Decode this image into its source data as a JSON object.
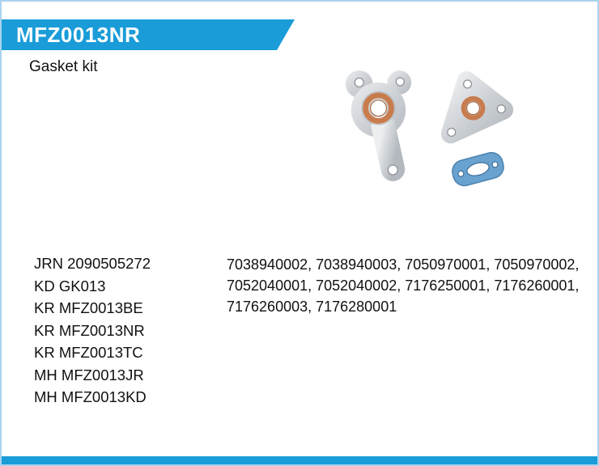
{
  "header": {
    "part_number": "MFZ0013NR",
    "description": "Gasket kit"
  },
  "cross_references": [
    "JRN 2090505272",
    "KD GK013",
    "KR MFZ0013BE",
    "KR MFZ0013NR",
    "KR MFZ0013TC",
    "MH MFZ0013JR",
    "MH MFZ0013KD"
  ],
  "oem_numbers": "7038940002, 7038940003, 7050970001, 7050970002, 7052040001, 7052040002, 7176250001, 7176260001, 7176260003, 7176280001",
  "colors": {
    "banner_blue": "#1a9cd8",
    "border_blue": "#a9d3ee",
    "copper_ring": "#c87c4d",
    "blue_gasket": "#6aa2cf",
    "metal_gasket": "#cdd1d5"
  }
}
